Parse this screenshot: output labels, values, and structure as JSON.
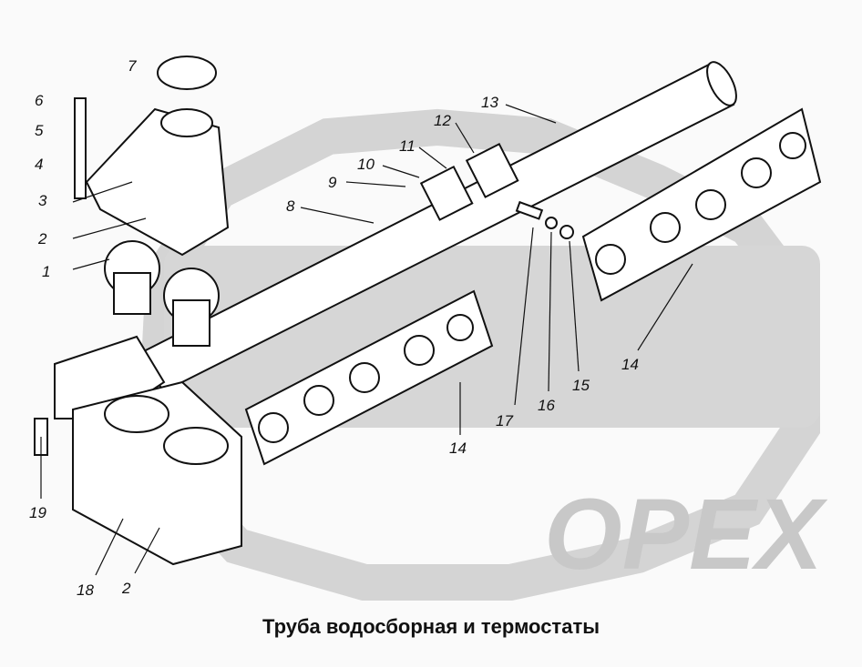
{
  "caption": "Труба водосборная и термостаты",
  "watermark": "OPEX",
  "colors": {
    "watermark": "#c8c8c8",
    "lines": "#111111",
    "background": "#fafafa"
  },
  "callouts": [
    "7",
    "6",
    "5",
    "4",
    "3",
    "2",
    "1",
    "13",
    "12",
    "11",
    "10",
    "9",
    "8",
    "17",
    "16",
    "15",
    "14",
    "14",
    "19",
    "18",
    "2"
  ]
}
